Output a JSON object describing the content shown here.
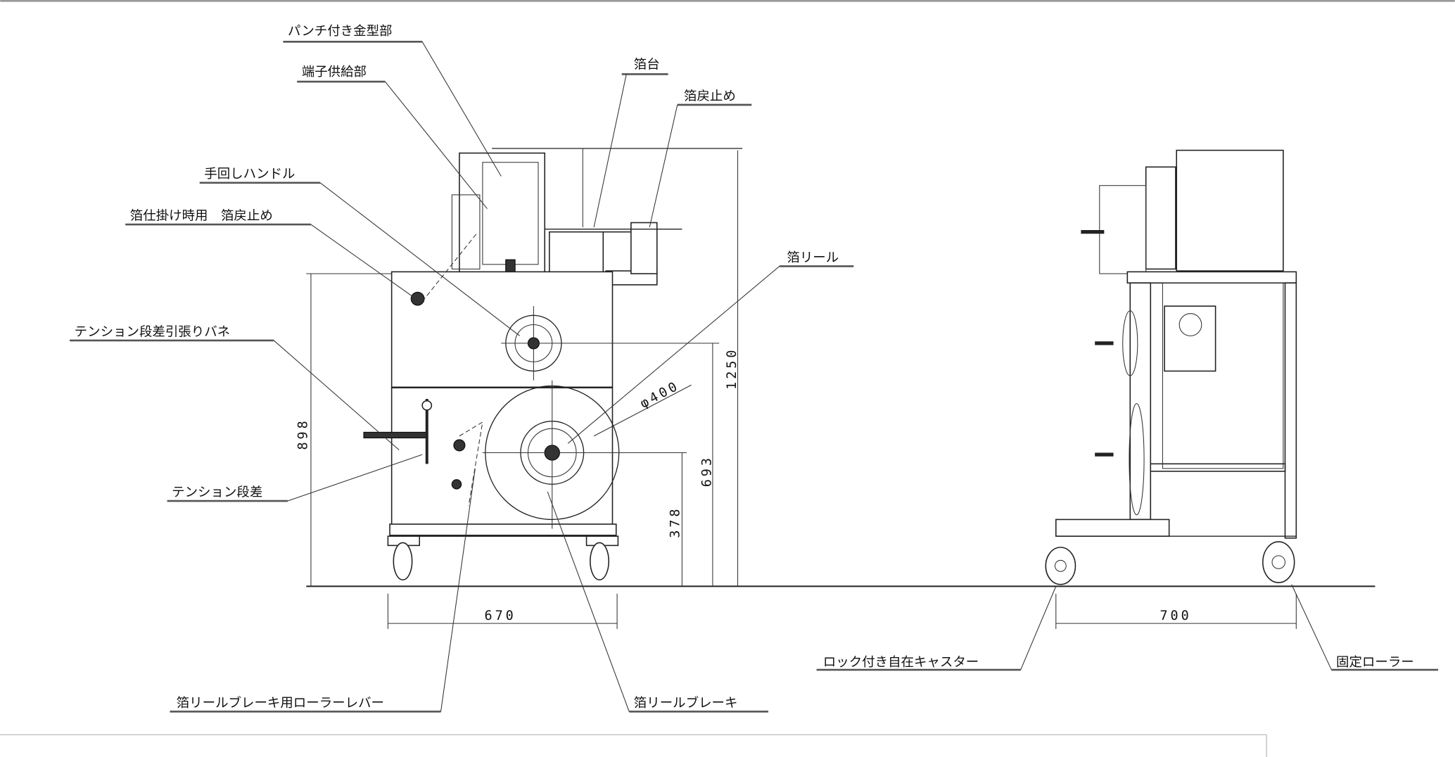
{
  "labels": {
    "punch_die": "パンチ付き金型部",
    "terminal_feed": "端子供給部",
    "foil_stand": "箔台",
    "foil_backstop": "箔戻止め",
    "hand_crank": "手回しハンドル",
    "setup_backstop": "箔仕掛け時用　箔戻止め",
    "foil_reel": "箔リール",
    "tension_spring": "テンション段差引張りバネ",
    "tension_step": "テンション段差",
    "brake_roller_lever": "箔リールブレーキ用ローラーレバー",
    "reel_brake": "箔リールブレーキ",
    "lock_caster": "ロック付き自在キャスター",
    "fixed_roller": "固定ローラー"
  },
  "dimensions": {
    "total_height": "1250",
    "table_height": "898",
    "reel_center_height": "693",
    "lower_height": "378",
    "front_width": "670",
    "side_width": "700",
    "reel_diameter": "φ400"
  }
}
